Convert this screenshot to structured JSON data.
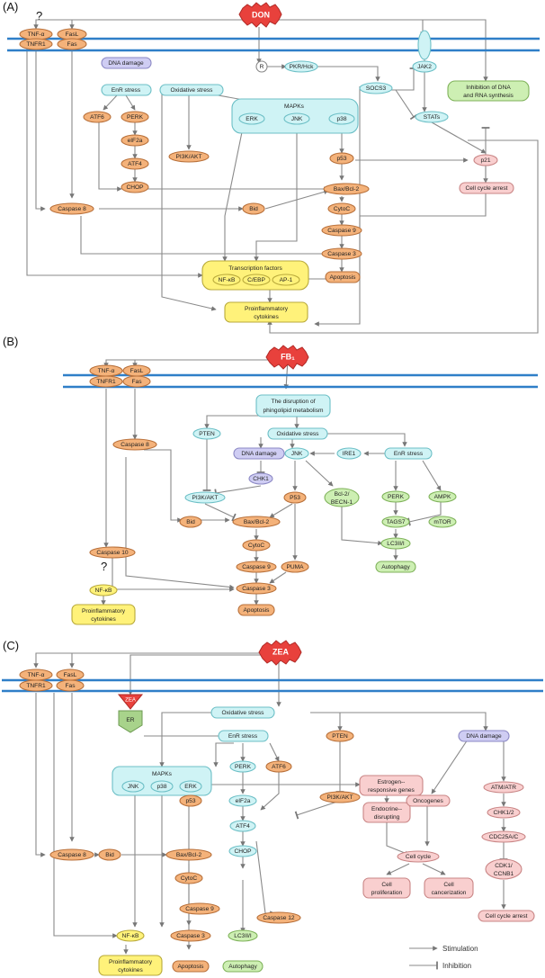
{
  "panel_a": {
    "label": "(A)",
    "toxin": "DON",
    "receptor_question": "?",
    "receptors": [
      "TNF-α",
      "FasL",
      "TNFR1",
      "Fas"
    ],
    "nodes": {
      "dna_damage": "DNA damage",
      "r": "R",
      "pkr_hck": "PKR/Hck",
      "jak2": "JAK2",
      "inhibition_dna_rna_1": "Inhibition of DNA",
      "inhibition_dna_rna_2": "and RNA synthesis",
      "enr_stress": "EnR stress",
      "oxidative_stress": "Oxidative stress",
      "socs3": "SOCS3",
      "mapks": "MAPKs",
      "erk": "ERK",
      "jnk": "JNK",
      "p38": "p38",
      "stats": "STATs",
      "atf6": "ATF6",
      "perk": "PERK",
      "eif2a": "eIF2a",
      "atf4": "ATF4",
      "chop": "CHOP",
      "pi3k_akt": "PI3K/AKT",
      "p53": "p53",
      "p21": "p21",
      "bax_bcl2": "Bax/Bcl-2",
      "cell_cycle_arrest": "Cell cycle arrest",
      "caspase8": "Caspase 8",
      "bid": "Bid",
      "cytoc": "CytoC",
      "caspase9": "Caspase 9",
      "caspase3": "Caspase 3",
      "transcription_factors": "Transcription factors",
      "nfkb": "NF-κB",
      "cebp": "C/EBP",
      "ap1": "AP-1",
      "apoptosis": "Apoptosis",
      "proinflammatory_1": "Proinflammatory",
      "proinflammatory_2": "cytokines"
    }
  },
  "panel_b": {
    "label": "(B)",
    "toxin": "FB₁",
    "receptor_question": "?",
    "receptors": [
      "TNF-α",
      "FasL",
      "TNFR1",
      "Fas"
    ],
    "nodes": {
      "disruption_1": "The disruption of",
      "disruption_2": "phingolipid metabolism",
      "pten": "PTEN",
      "oxidative_stress": "Oxidative stress",
      "caspase8": "Caspase 8",
      "dna_damage": "DNA damage",
      "jnk": "JNK",
      "ire1": "IRE1",
      "enr_stress": "EnR stress",
      "chk1": "CHK1",
      "pi3k_akt": "PI3K/AKT",
      "p53": "P53",
      "bcl2_1": "Bcl-2/",
      "bcl2_2": "BECN-1",
      "perk": "PERK",
      "ampk": "AMPK",
      "tags7": "TAGS7",
      "mtor": "mTOR",
      "bid": "Bid",
      "bax_bcl2": "Bax/Bcl-2",
      "lc3": "LC3II/I",
      "cytoc": "CytoC",
      "caspase10": "Caspase 10",
      "caspase9": "Caspase 9",
      "puma": "PUMA",
      "autophagy": "Autophagy",
      "nfkb": "NF-κB",
      "caspase3": "Caspase 3",
      "apoptosis": "Apoptosis",
      "proinflammatory_1": "Proinflammatory",
      "proinflammatory_2": "cytokines"
    }
  },
  "panel_c": {
    "label": "(C)",
    "toxin": "ZEA",
    "receptors": [
      "TNF-α",
      "FasL",
      "TNFR1",
      "Fas"
    ],
    "nodes": {
      "zea_small": "ZEA",
      "er": "ER",
      "oxidative_stress": "Oxidative stress",
      "enr_stress": "EnR stress",
      "pten": "PTEN",
      "dna_damage": "DNA damage",
      "mapks": "MAPKs",
      "jnk": "JNK",
      "p38": "p38",
      "erk": "ERK",
      "perk": "PERK",
      "atf6": "ATF6",
      "estrogen_1": "Estrogen--",
      "estrogen_2": "responsive genes",
      "atm_atr": "ATM/ATR",
      "p53": "p53",
      "eif2a": "eIF2a",
      "pi3k_akt": "PI3K/AKT",
      "endocrine_1": "Endocrine--",
      "endocrine_2": "disrupting",
      "oncogenes": "Oncogenes",
      "chk12": "CHK1/2",
      "caspase8": "Caspase 8",
      "bid": "Bid",
      "bax_bcl2": "Bax/Bcl-2",
      "atf4": "ATF4",
      "cdc25": "CDC25A/C",
      "cytoc": "CytoC",
      "chop": "CHOP",
      "cell_cycle": "Cell cycle",
      "cdk1_1": "CDK1/",
      "cdk1_2": "CCNB1",
      "caspase9": "Caspase 9",
      "caspase12": "Caspase 12",
      "cell_prolif_1": "Cell",
      "cell_prolif_2": "proliferation",
      "cell_cancer_1": "Cell",
      "cell_cancer_2": "cancerization",
      "cell_cycle_arrest": "Cell cycle arrest",
      "nfkb": "NF-κB",
      "caspase3": "Caspase 3",
      "lc3": "LC3II/I",
      "proinflammatory_1": "Proinflammatory",
      "proinflammatory_2": "cytokines",
      "apoptosis": "Apoptosis",
      "autophagy": "Autophagy"
    }
  },
  "legend": {
    "stimulation": "Stimulation",
    "inhibition": "Inhibition"
  },
  "colors": {
    "membrane": "#2F7FC8",
    "toxin": "#E8413C",
    "orange": "#F4B27A",
    "cyan": "#CFF3F5",
    "green": "#CDEFB3",
    "pink": "#F9CFCF",
    "yellow": "#FFF27A",
    "lavender": "#CFCDF3"
  }
}
